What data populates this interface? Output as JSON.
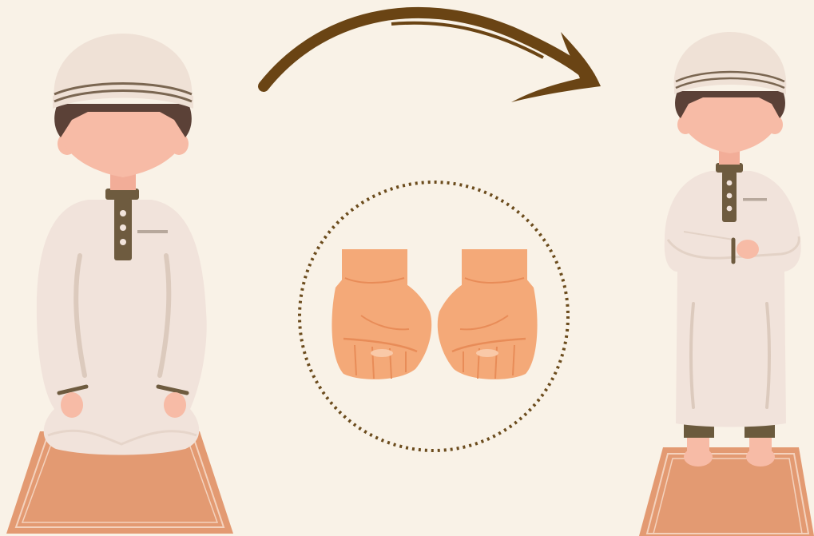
{
  "scene": {
    "background_color": "#f9f2e7",
    "left_figure": {
      "pose": "kneeling",
      "icon": "kneeling-boy-illustration"
    },
    "arrow": {
      "direction": "left-to-right",
      "icon": "curved-arrow-icon"
    },
    "center": {
      "icon": "cupped-hands-icon",
      "border": "dotted-circle"
    },
    "right_figure": {
      "pose": "standing",
      "icon": "standing-boy-illustration"
    },
    "colors": {
      "cap": "#efe1d6",
      "cap_stripe": "#7a6651",
      "hair": "#5b4137",
      "skin": "#f7bba6",
      "robe": "#f1e3db",
      "robe_shadow": "#dccabd",
      "placket": "#6e5b3f",
      "mat": "#e39a72",
      "mat_line": "#f4d2bd",
      "arrow": "#6a4414",
      "hands": "#f4a978",
      "hands_shadow": "#e88c58",
      "dots": "#6b4b1c",
      "trousers": "#6b5a3d"
    }
  }
}
